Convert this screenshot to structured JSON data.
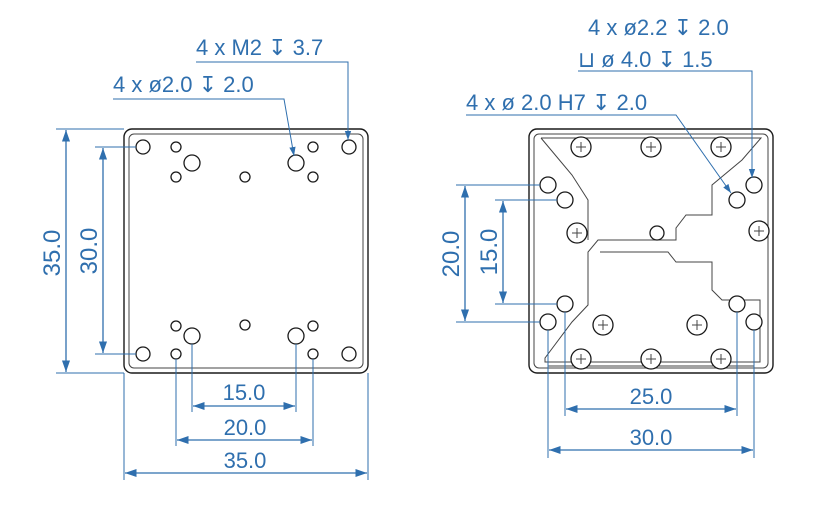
{
  "colors": {
    "dimension": "#2f6fae",
    "outline": "#1a1a1a",
    "fill": "#ffffff"
  },
  "left_view": {
    "callout_m2": "4 x  M2 ↧ 3.7",
    "callout_d20": "4 x ø2.0 ↧ 2.0",
    "dim_height_35": "35.0",
    "dim_height_30": "30.0",
    "dim_width_15": "15.0",
    "dim_width_20": "20.0",
    "dim_width_35": "35.0"
  },
  "right_view": {
    "callout_d22": "4 x ø2.2 ↧ 2.0",
    "callout_cbore": "⊔  ø 4.0 ↧ 1.5",
    "callout_h7": "4 x ø 2.0 H7 ↧ 2.0",
    "dim_height_20": "20.0",
    "dim_height_15": "15.0",
    "dim_width_25": "25.0",
    "dim_width_30": "30.0"
  }
}
